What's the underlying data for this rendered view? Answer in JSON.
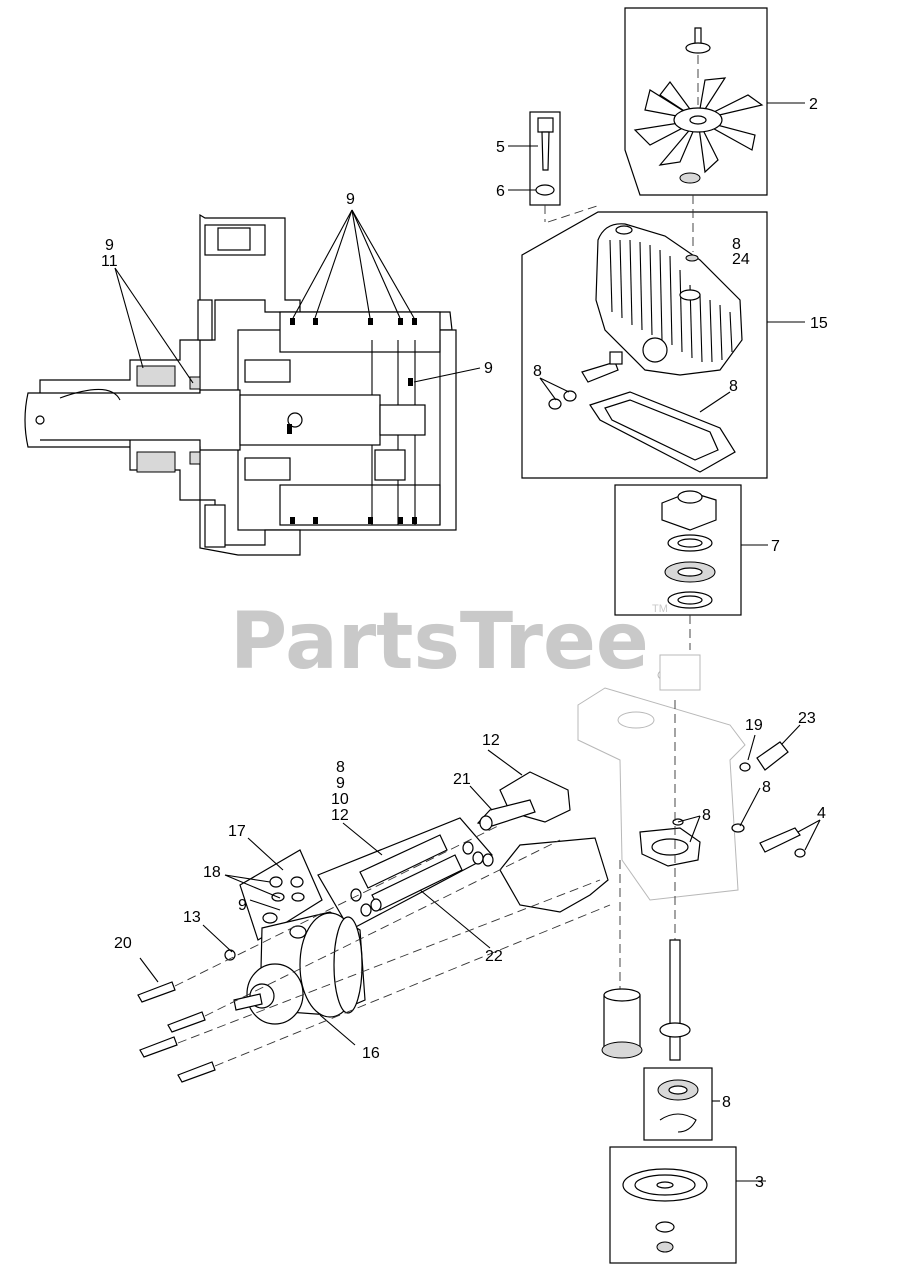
{
  "watermark": {
    "brand": "PartsTree",
    "trademark": "TM"
  },
  "callouts": {
    "c2": "2",
    "c3": "3",
    "c4": "4",
    "c5": "5",
    "c6": "6",
    "c7": "7",
    "c8_top": "8",
    "c24": "24",
    "c8_cover_left": "8",
    "c8_gasket": "8",
    "c8_housing_right": "8",
    "c8_housing_mid": "8",
    "c8_bearing": "8",
    "c9_top": "9",
    "c9_left": "9",
    "c11_left": "11",
    "c9_right": "9",
    "c12_top": "12",
    "c8_stack": "8",
    "c9_stack": "9",
    "c10_stack": "10",
    "c12_stack": "12",
    "c13": "13",
    "c15": "15",
    "c16": "16",
    "c17": "17",
    "c18": "18",
    "c9_low": "9",
    "c19": "19",
    "c20": "20",
    "c21": "21",
    "c22": "22",
    "c23": "23"
  }
}
